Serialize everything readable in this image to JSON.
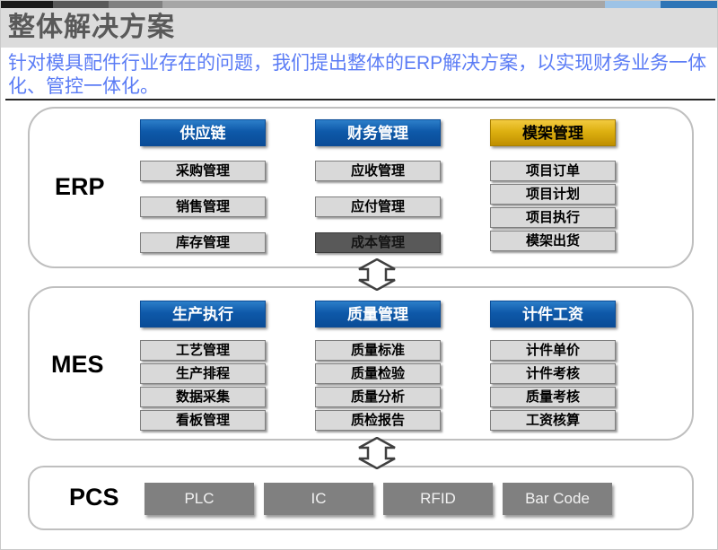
{
  "page": {
    "title": "整体解决方案",
    "intro": "针对模具配件行业存在的问题，我们提出整体的ERP解决方案，以实现财务业务一体化、管控一体化。",
    "top_strip_colors": [
      "#1a1a1a",
      "#595959",
      "#808080",
      "#a6a6a6",
      "#9dc3e6",
      "#2e75b6"
    ]
  },
  "colors": {
    "title_gray": "#595959",
    "intro_blue": "#5b7cf5",
    "header_blue": "#0e59a9",
    "header_gold": "#ddb010",
    "sub_button_gray": "#d9d9d9",
    "sub_button_dark": "#595959",
    "pcs_button_gray": "#808080",
    "section_border": "#bfbfbf",
    "arrow_outline": "#404040"
  },
  "sections": {
    "erp": {
      "label": "ERP",
      "columns": [
        {
          "header": "供应链",
          "style": "blue",
          "items": [
            "采购管理",
            "销售管理",
            "库存管理"
          ]
        },
        {
          "header": "财务管理",
          "style": "blue",
          "items": [
            "应收管理",
            "应付管理",
            "成本管理"
          ]
        },
        {
          "header": "模架管理",
          "style": "gold",
          "items": [
            "项目订单",
            "项目计划",
            "项目执行",
            "模架出货"
          ]
        }
      ]
    },
    "mes": {
      "label": "MES",
      "columns": [
        {
          "header": "生产执行",
          "style": "blue",
          "items": [
            "工艺管理",
            "生产排程",
            "数据采集",
            "看板管理"
          ]
        },
        {
          "header": "质量管理",
          "style": "blue",
          "items": [
            "质量标准",
            "质量检验",
            "质量分析",
            "质检报告"
          ]
        },
        {
          "header": "计件工资",
          "style": "blue",
          "items": [
            "计件单价",
            "计件考核",
            "质量考核",
            "工资核算"
          ]
        }
      ]
    },
    "pcs": {
      "label": "PCS",
      "items": [
        "PLC",
        "IC",
        "RFID",
        "Bar Code"
      ]
    }
  }
}
